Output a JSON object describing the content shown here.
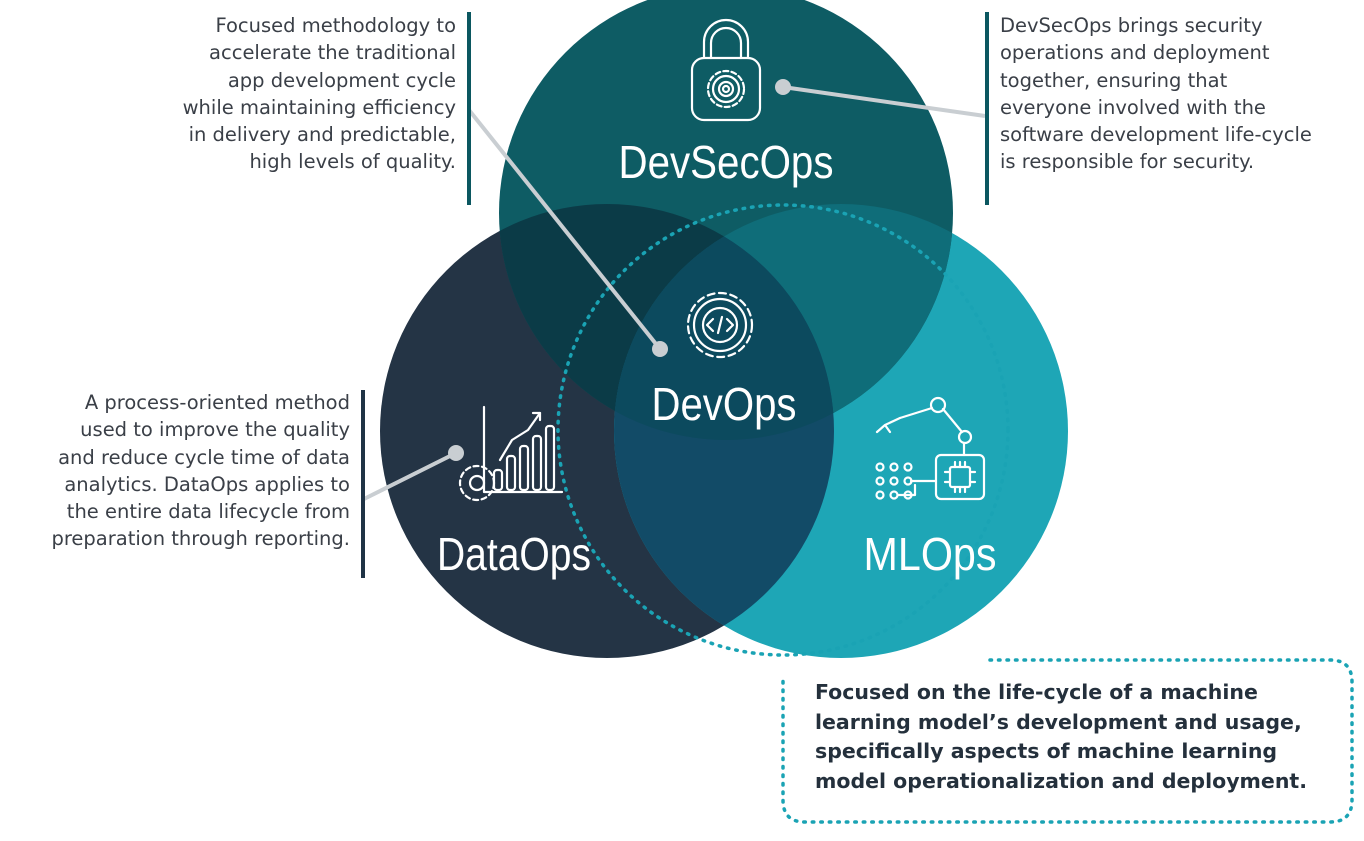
{
  "circles": {
    "devsecops": {
      "label": "DevSecOps",
      "color": "#0b5760",
      "icon": "padlock-gear-icon"
    },
    "dataops": {
      "label": "DataOps",
      "color": "#1f3345",
      "icon": "bar-chart-gear-icon"
    },
    "mlops": {
      "label": "MLOps",
      "color": "#1aa3b4",
      "icon": "robot-arm-chip-icon"
    },
    "devops": {
      "label": "DevOps",
      "color": "#0e4d63",
      "icon": "code-gear-icon"
    }
  },
  "descriptions": {
    "devops": [
      "Focused methodology to",
      "accelerate the traditional",
      "app development cycle",
      "while maintaining efficiency",
      "in delivery and predictable,",
      "high levels of quality."
    ],
    "devsecops": [
      "DevSecOps brings security",
      "operations and deployment",
      "together, ensuring that",
      "everyone involved with the",
      "software development life-cycle",
      "is responsible for security."
    ],
    "dataops": [
      "A process-oriented method",
      "used to improve the quality",
      "and reduce cycle time of data",
      "analytics. DataOps applies to",
      "the entire data lifecycle from",
      "preparation through reporting."
    ],
    "mlops": [
      "Focused on the life-cycle of a machine",
      "learning model’s development and usage,",
      "specifically aspects of machine learning",
      "model operationalization and deployment."
    ]
  },
  "colors": {
    "accent_bar_teal": "#0b5760",
    "accent_bar_navy": "#1f3345",
    "dotted_outline": "#1aa3b4",
    "connector": "#c8cdd1"
  }
}
